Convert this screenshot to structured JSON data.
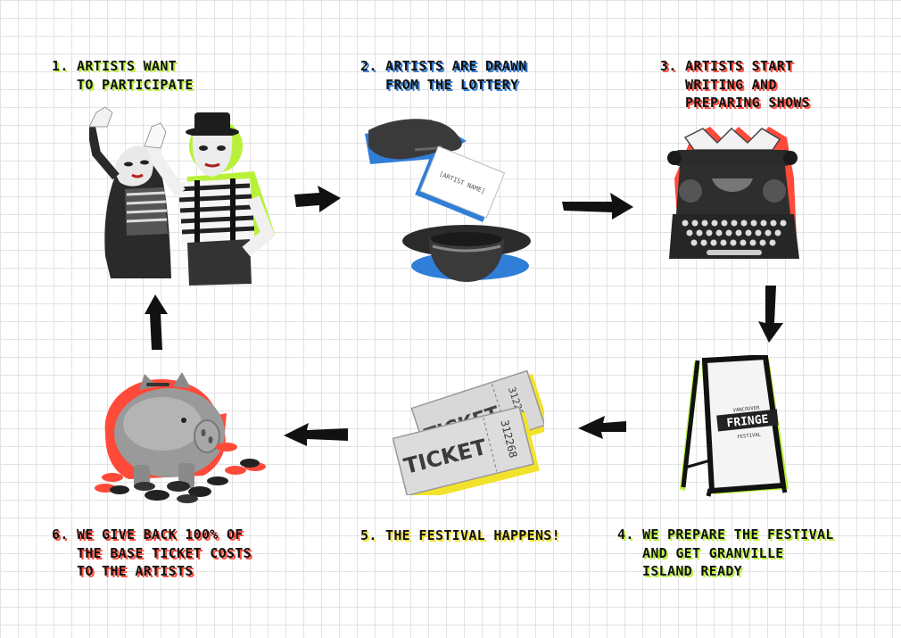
{
  "steps": [
    {
      "num": "1.",
      "text": "ARTISTS WANT\nTO PARTICIPATE"
    },
    {
      "num": "2.",
      "text": "ARTISTS ARE DRAWN\nFROM THE LOTTERY"
    },
    {
      "num": "3.",
      "text": "ARTISTS START\nWRITING AND\nPREPARING SHOWS"
    },
    {
      "num": "4.",
      "text": "WE PREPARE THE FESTIVAL\nAND GET GRANVILLE\nISLAND READY"
    },
    {
      "num": "5.",
      "text": "THE FESTIVAL HAPPENS!"
    },
    {
      "num": "6.",
      "text": "WE GIVE BACK 100% OF\nTHE BASE TICKET COSTS\nTO THE ARTISTS"
    }
  ],
  "card_text": "[ARTIST NAME]",
  "sign": {
    "top": "VANCOUVER",
    "brand": "FRINGE",
    "bottom": "FESTIVAL"
  },
  "tickets": {
    "word": "TICKET",
    "front_number": "312268",
    "back_number": "312267"
  },
  "colors": {
    "green": "#b9f03a",
    "blue": "#2f7ed8",
    "red": "#ff4a3a",
    "yellow": "#f3e22c",
    "ink": "#111111"
  },
  "icons": [
    "mime-performers",
    "hand-card",
    "bowler-hat",
    "typewriter",
    "sandwich-board-sign",
    "tickets",
    "piggy-bank",
    "coins",
    "arrow"
  ]
}
